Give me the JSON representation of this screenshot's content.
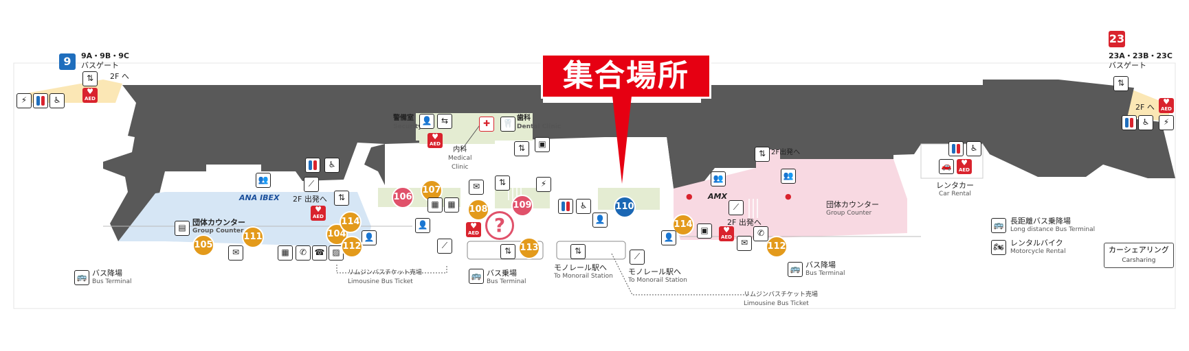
{
  "meeting_point": "集合場所",
  "gates_left": {
    "number": "9",
    "gates": "9A・9B・9C",
    "label": "バスゲート",
    "floor": "2F へ"
  },
  "gates_right": {
    "number": "23",
    "gates": "23A・23B・23C",
    "label": "バスゲート",
    "floor": "2F へ"
  },
  "counters": [
    {
      "id": "105",
      "color": "orange"
    },
    {
      "id": "111",
      "color": "orange"
    },
    {
      "id": "104",
      "color": "orange"
    },
    {
      "id": "114",
      "color": "orange"
    },
    {
      "id": "112",
      "color": "orange"
    },
    {
      "id": "106",
      "color": "pink"
    },
    {
      "id": "107",
      "color": "orange"
    },
    {
      "id": "108",
      "color": "orange"
    },
    {
      "id": "109",
      "color": "pink"
    },
    {
      "id": "113",
      "color": "orange"
    },
    {
      "id": "110",
      "color": "blue"
    },
    {
      "id": "114",
      "color": "orange"
    },
    {
      "id": "112",
      "color": "orange"
    }
  ],
  "labels": {
    "group_counter_jp": "団体カウンター",
    "group_counter_en": "Group Counter",
    "departure_2f": "2F 出発へ",
    "departure_2f_right": "2F出発へ",
    "ana": "ANA",
    "ibex": "IBEX",
    "security_jp": "警備室",
    "security_en": "Security",
    "dental_jp": "歯科",
    "dental_en": "Dental Clinic",
    "medical_jp": "内科",
    "medical_en1": "Medical",
    "medical_en2": "Clinic",
    "amx": "AMX",
    "rental_car_jp": "レンタカー",
    "rental_car_en": "Car Rental",
    "bus_arrival_jp": "バス降場",
    "bus_arrival_en": "Bus Terminal",
    "bus_boarding_jp": "バス乗場",
    "bus_boarding_en": "Bus Terminal",
    "limousine_jp": "リムジンバスチケット売場",
    "limousine_en": "Limousine Bus Ticket",
    "monorail_jp": "モノレール駅へ",
    "monorail_en": "To Monorail Station",
    "long_bus_jp": "長距離バス乗降場",
    "long_bus_en": "Long distance Bus Terminal",
    "motorcycle_jp": "レンタルバイク",
    "motorcycle_en": "Motorcycle Rental",
    "carsharing_jp": "カーシェアリング",
    "carsharing_en": "Carsharing"
  },
  "colors": {
    "building": "#595959",
    "left_zone": "#d6e6f5",
    "right_zone": "#f8d9e2",
    "center_zone": "#ffffff",
    "green_zone": "#e4ecd2",
    "meeting": "#e60012"
  },
  "icons": [
    "escalator-icon",
    "restroom-icon",
    "accessible-icon",
    "smoking-icon",
    "aed-icon",
    "elevator-icon",
    "mail-icon",
    "phone-icon",
    "atm-icon",
    "first-aid-icon",
    "bus-icon",
    "car-rental-icon",
    "information-icon",
    "baggage-icon",
    "locker-icon"
  ]
}
